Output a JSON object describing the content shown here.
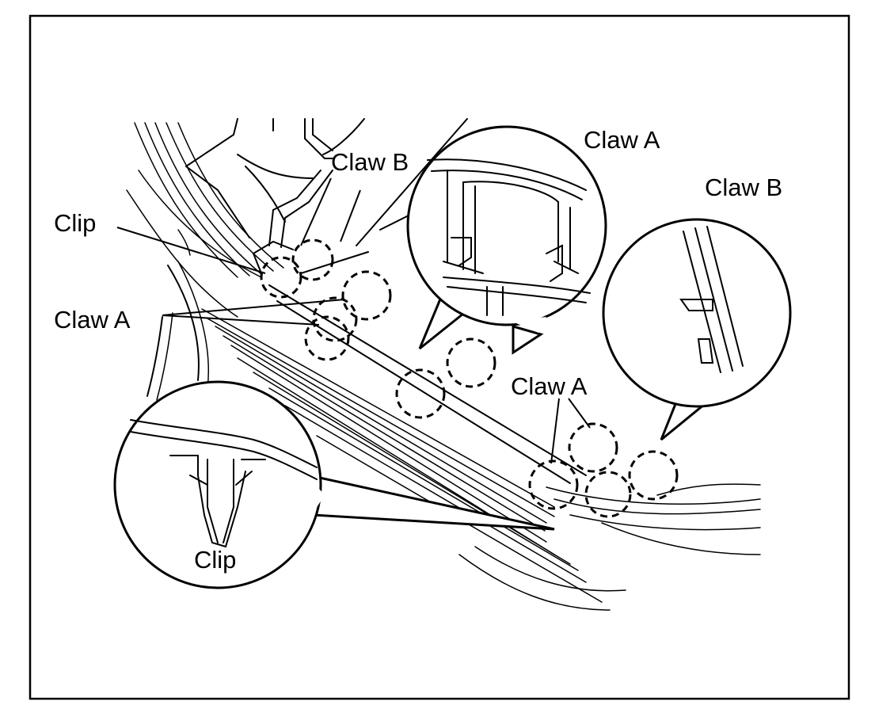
{
  "labels": {
    "claw_a_top_right": "Claw A",
    "claw_b_right": "Claw B",
    "claw_b_center": "Claw B",
    "clip_left": "Clip",
    "claw_a_left": "Claw A",
    "claw_a_bottom_right": "Claw A",
    "clip_bottom": "Clip"
  },
  "colors": {
    "ink": "#000000",
    "background": "#ffffff"
  }
}
